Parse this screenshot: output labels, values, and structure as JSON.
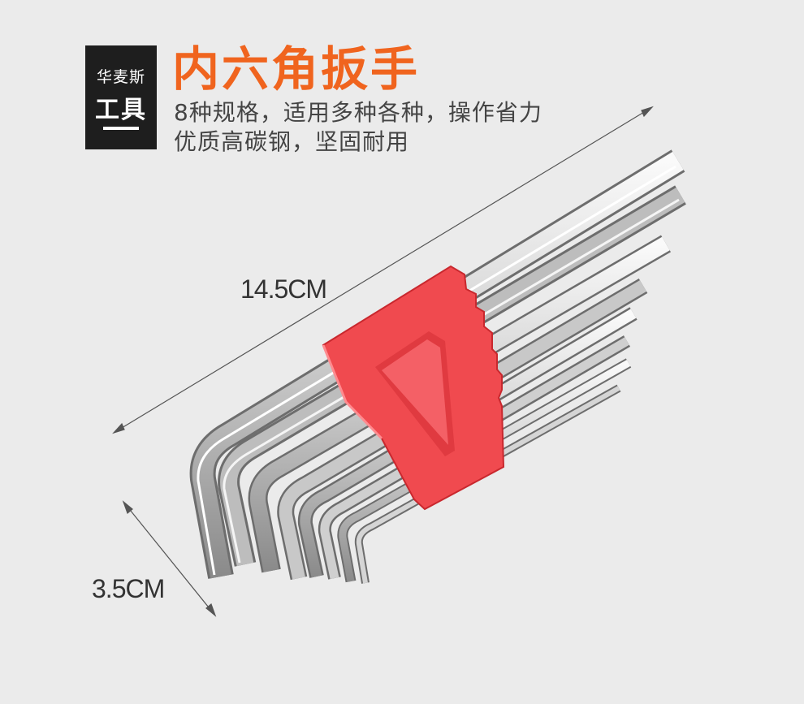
{
  "badge": {
    "brand": "华麦斯",
    "word": "工具"
  },
  "title": "内六角扳手",
  "subtitle_1": "8种规格，适用多种各种，操作省力",
  "subtitle_2": "优质高碳钢，坚固耐用",
  "dimensions": {
    "length": "14.5CM",
    "width": "3.5CM"
  },
  "colors": {
    "accent": "#f0641e",
    "holder": "#f04a4f",
    "badge_bg": "#1e1e1e"
  }
}
